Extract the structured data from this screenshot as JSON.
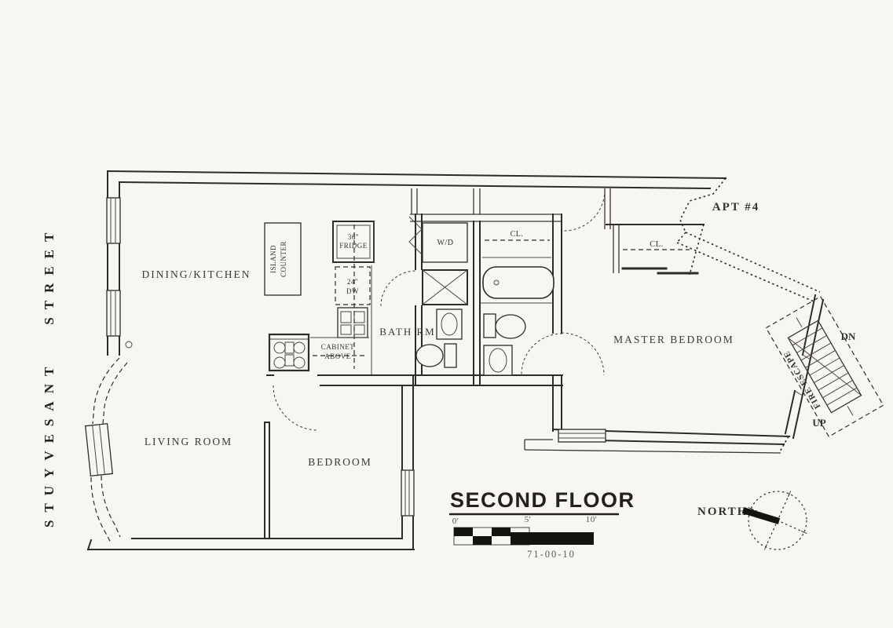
{
  "colors": {
    "paper": "#f7f6f3",
    "ink": "#2e2c29"
  },
  "street": {
    "label": "STUYVESANT STREET"
  },
  "apt": {
    "label": "APT #4"
  },
  "rooms": {
    "dining_kitchen": "DINING/KITCHEN",
    "living_room": "LIVING ROOM",
    "bedroom": "BEDROOM",
    "bath": "BATH RM",
    "master_bedroom": "MASTER BEDROOM"
  },
  "fixtures": {
    "island": [
      "ISLAND",
      "COUNTER"
    ],
    "fridge": [
      "36\"",
      "FRIDGE"
    ],
    "dishwasher": [
      "24\"",
      "DW"
    ],
    "cabinet": [
      "CABINET",
      "ABOVE"
    ],
    "washer_dryer": "W/D",
    "closet_bath": "CL.",
    "closet_master": "CL."
  },
  "fire_escape": {
    "label": "FIRE ESCAPE",
    "down": "DN",
    "up": "UP"
  },
  "title_block": {
    "title": "SECOND FLOOR",
    "scale_ticks": [
      "0'",
      "5'",
      "10'"
    ],
    "drawing_number": "71-00-10"
  },
  "compass": {
    "label": "NORTH"
  }
}
